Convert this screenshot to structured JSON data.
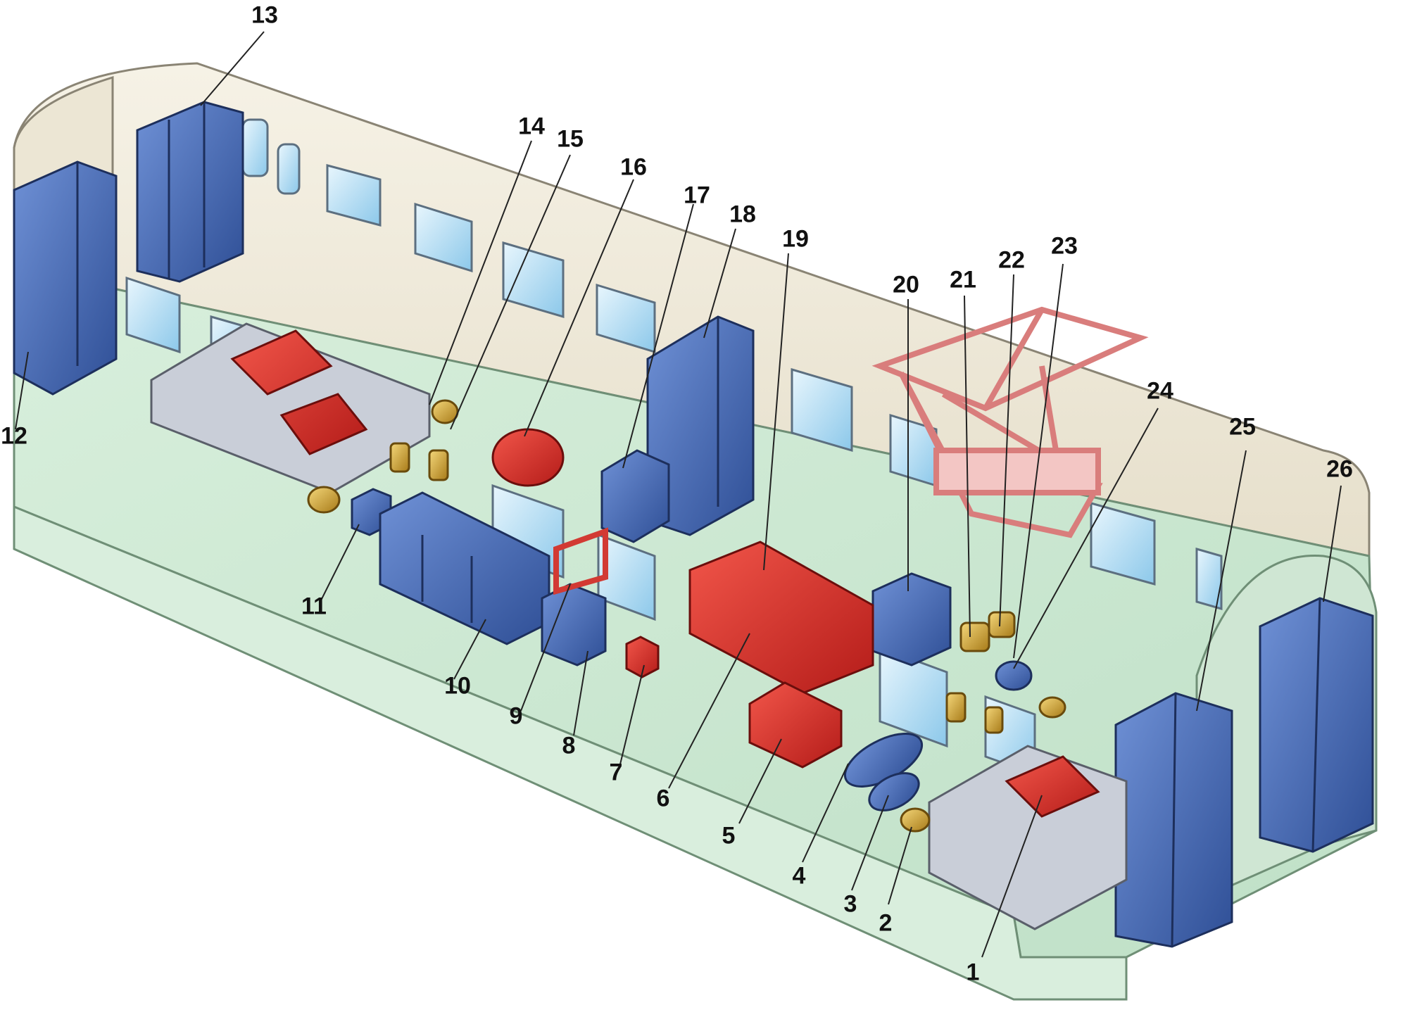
{
  "diagram": {
    "colors": {
      "car_body": "#f3efe3",
      "floor": "#cfe8d4",
      "cabinet_blue": "#4a6fb8",
      "unit_red": "#e2332d",
      "brass": "#d9b23c",
      "pantograph": "#e79a98",
      "bogie": "#c9ced8",
      "window": "#bde0f2"
    },
    "callouts": [
      "1",
      "2",
      "3",
      "4",
      "5",
      "6",
      "7",
      "8",
      "9",
      "10",
      "11",
      "12",
      "13",
      "14",
      "15",
      "16",
      "17",
      "18",
      "19",
      "20",
      "21",
      "22",
      "23",
      "24",
      "25",
      "26"
    ]
  }
}
